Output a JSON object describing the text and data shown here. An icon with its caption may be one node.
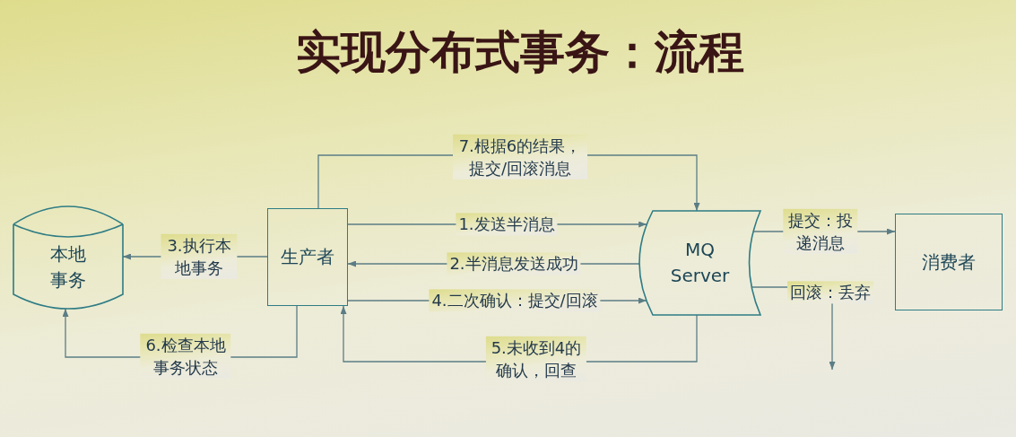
{
  "diagram": {
    "title": "实现分布式事务：流程",
    "nodes": [
      {
        "text": [
          "本地事务"
        ]
      },
      {
        "text": [
          "生产者"
        ]
      },
      {
        "text": [
          "MQ Server"
        ]
      },
      {
        "text": [
          "消费者"
        ]
      }
    ],
    "edges": [
      {
        "from": 1,
        "to": 2,
        "arrow": "to",
        "label": "1.发送半消息"
      },
      {
        "from": 2,
        "to": 1,
        "arrow": "to",
        "label": "2.半消息发送成功"
      },
      {
        "from": 1,
        "to": 0,
        "arrow": "to",
        "label": "3.执行本地事务"
      },
      {
        "from": 1,
        "to": 2,
        "arrow": "to",
        "label": "4.二次确认：提交/回滚"
      },
      {
        "from": 2,
        "to": 1,
        "arrow": "to",
        "label": "5.未收到4的确认，回查"
      },
      {
        "from": 1,
        "to": 0,
        "arrow": "to",
        "label": "6.检查本地事务状态"
      },
      {
        "from": 1,
        "to": 2,
        "arrow": "to",
        "label": "7.根据6的结果，提交/回滚消息"
      },
      {
        "from": 2,
        "to": 3,
        "arrow": "to",
        "label": "提交：投递消息"
      },
      {
        "from": 2,
        "to": null,
        "arrow": "to",
        "label": "回滚：丢弃"
      }
    ]
  }
}
